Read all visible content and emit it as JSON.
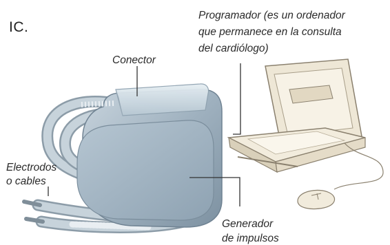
{
  "panel_label": "IC.",
  "labels": {
    "programador_line1": "Programador (es un ordenador",
    "programador_line2": "que permanece en la consulta",
    "programador_line3": "del cardiólogo)",
    "conector": "Conector",
    "electrodos_line1": "Electrodos",
    "electrodos_line2": "o cables",
    "generador_line1": "Generador",
    "generador_line2": "de impulsos"
  },
  "colors": {
    "device_body": "#8fa3b3",
    "cable": "#b9c6cf",
    "laptop": "#ece6d6",
    "leader_line": "#333333"
  }
}
